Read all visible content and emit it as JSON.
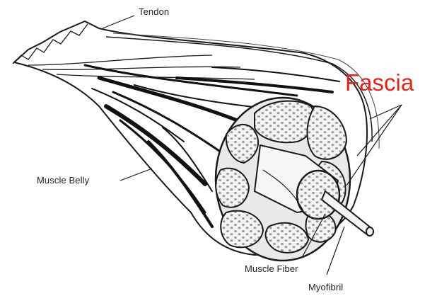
{
  "labels": {
    "tendon": "Tendon",
    "fascia": "Fascia",
    "muscle_belly": "Muscle Belly",
    "muscle_fiber": "Muscle Fiber",
    "myofibril": "Myofibril"
  },
  "colors": {
    "fascia_label": "#e0241c",
    "text": "#222222",
    "outline": "#1a1a1a",
    "fiber_fill": "#f2f2f2",
    "shade": "#cfcfcf"
  }
}
